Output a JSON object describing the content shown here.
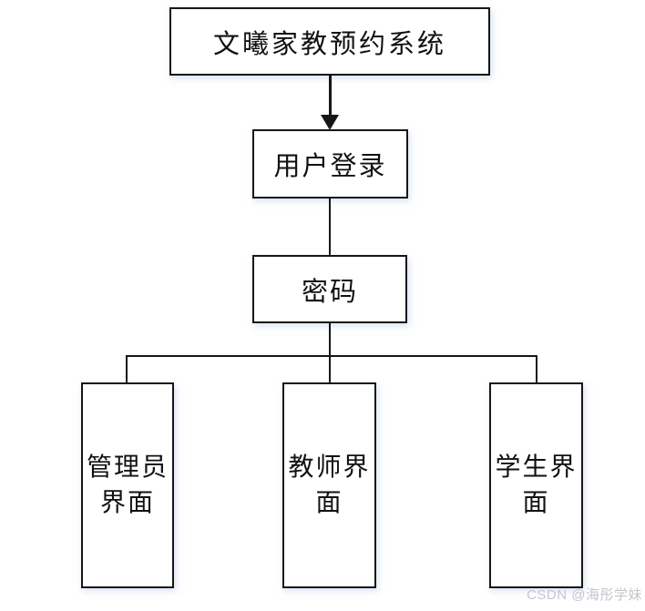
{
  "diagram": {
    "title": "文曦家教预约系统",
    "nodes": {
      "root": {
        "label": "文曦家教预约系统"
      },
      "login": {
        "label": "用户登录"
      },
      "password": {
        "label": "密码"
      }
    },
    "branches": [
      {
        "label": "管理员界面"
      },
      {
        "label": "教师界面"
      },
      {
        "label": "学生界面"
      }
    ],
    "colors": {
      "line": "#161616",
      "box_background": "#ffffff",
      "page_background": "#ffffff"
    }
  },
  "watermark": {
    "text": "CSDN @海彤学妹",
    "color": "#c5c6cd"
  }
}
